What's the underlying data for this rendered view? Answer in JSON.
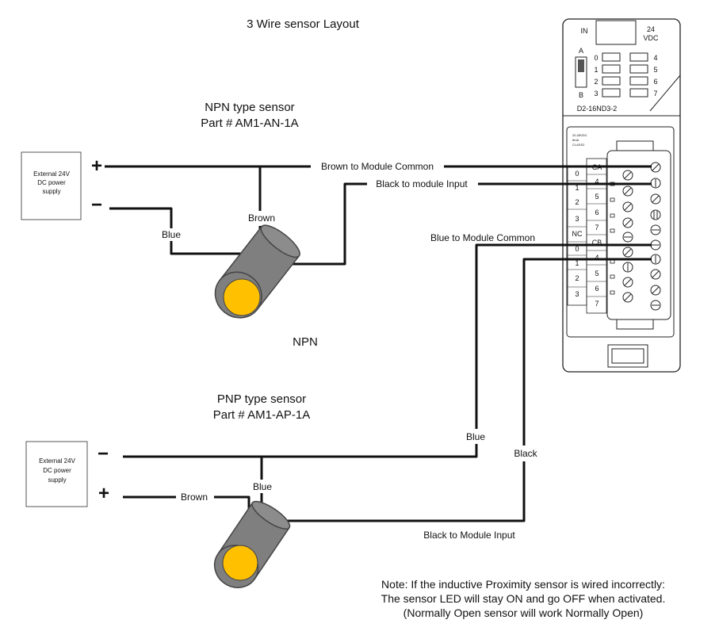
{
  "title": "3 Wire sensor Layout",
  "npn": {
    "heading": "NPN type sensor",
    "part": "Part # AM1-AN-1A",
    "caption": "NPN",
    "supply": [
      "External 24V",
      "DC power",
      "supply"
    ],
    "plus": "+",
    "minus": "−",
    "brown_wire": "Brown",
    "blue_wire": "Blue",
    "brown_to_common": "Brown to Module Common",
    "black_to_input": "Black to module Input"
  },
  "pnp": {
    "heading": "PNP type sensor",
    "part": "Part # AM1-AP-1A",
    "supply": [
      "External 24V",
      "DC power",
      "supply"
    ],
    "plus": "+",
    "minus": "−",
    "brown_wire": "Brown",
    "blue_wire": "Blue",
    "blue_wire_right": "Blue",
    "black_wire": "Black",
    "blue_to_common": "Blue to Module Common",
    "black_to_input": "Black to Module Input"
  },
  "module": {
    "in_label": "IN",
    "vdc_label": [
      "24",
      "VDC"
    ],
    "switch_a": "A",
    "switch_b": "B",
    "leds_left": [
      "0",
      "1",
      "2",
      "3"
    ],
    "leds_right": [
      "4",
      "5",
      "6",
      "7"
    ],
    "model": "D2-16ND3-2",
    "small_label": [
      "20-28VDC",
      "6mA",
      "CLASS2"
    ],
    "terminal_left": [
      "0",
      "1",
      "2",
      "3",
      "NC",
      "0",
      "1",
      "2",
      "3"
    ],
    "terminal_right": [
      "CA",
      "4",
      "5",
      "6",
      "7",
      "CB",
      "4",
      "5",
      "6",
      "7"
    ]
  },
  "note": [
    "Note: If the inductive Proximity sensor is wired incorrectly:",
    "The sensor LED will stay ON and go OFF when activated.",
    "(Normally Open sensor will work Normally Open)"
  ],
  "colors": {
    "wire": "#111111",
    "sensor_body": "#7f7f7f",
    "sensor_face": "#ffc000"
  }
}
